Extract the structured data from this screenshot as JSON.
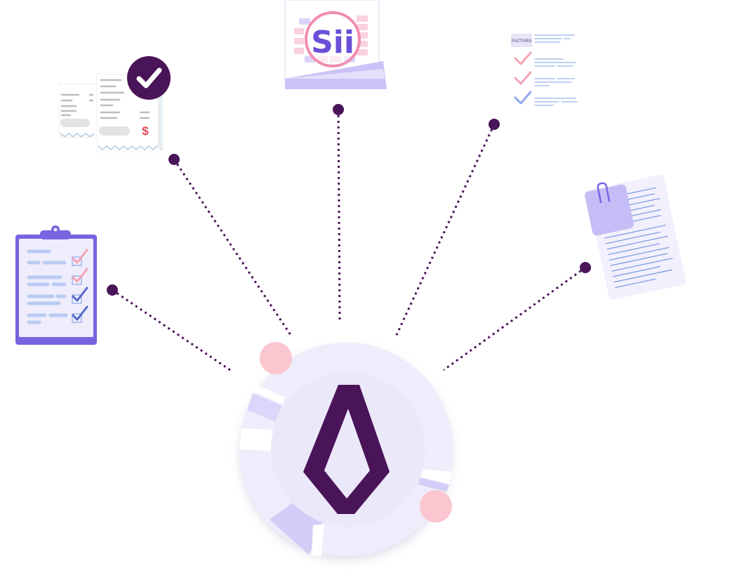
{
  "diagram": {
    "hub": {
      "logo_icon": "diamond-logo-icon"
    },
    "nodes": [
      {
        "key": "checklist",
        "icon": "clipboard-checklist-icon"
      },
      {
        "key": "receipts",
        "icon": "paid-receipt-icon",
        "currency_symbol": "$"
      },
      {
        "key": "sii",
        "icon": "sii-logo-icon",
        "label": "Sii"
      },
      {
        "key": "invoice",
        "icon": "invoice-checklist-icon",
        "label": "FACTURA"
      },
      {
        "key": "documents",
        "icon": "clipped-document-icon"
      }
    ]
  },
  "colors": {
    "primary": "#4a1458",
    "hub_fill": "#efecfb",
    "hub_inner": "#ebe8fa",
    "lavender": "#d3cdf7",
    "pink": "#fbc6d0",
    "accent_purple": "#7a63e0",
    "light_blue": "#a9c0f0",
    "pink_check": "#f4a3b4",
    "dollar_red": "#e64550"
  }
}
